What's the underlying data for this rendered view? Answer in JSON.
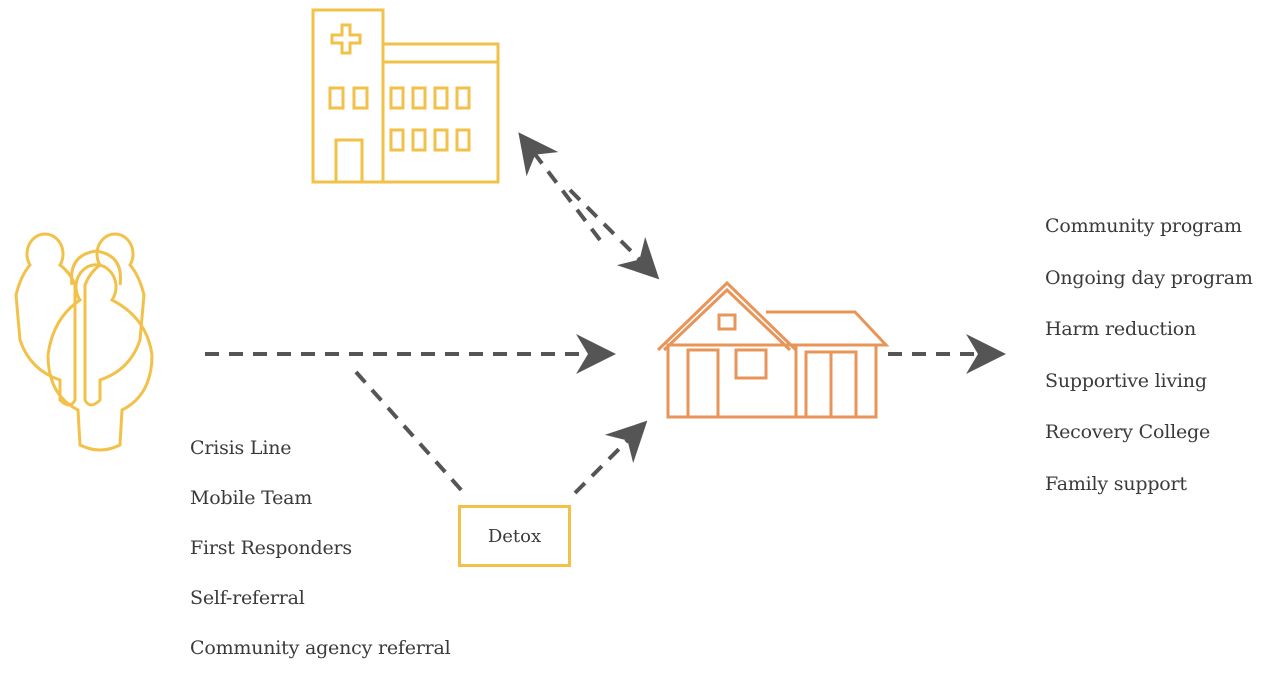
{
  "colors": {
    "hospital": "#f2c14a",
    "people": "#f2c14a",
    "house": "#e8955a",
    "arrow": "#555555",
    "text": "#3a3a3a"
  },
  "icons": {
    "hospital": "hospital-icon",
    "people": "people-group-icon",
    "house": "house-icon"
  },
  "entry_points": [
    "Crisis Line",
    "Mobile Team",
    "First Responders",
    "Self-referral",
    "Community agency referral"
  ],
  "detox": {
    "label": "Detox"
  },
  "services": [
    "Community program",
    "Ongoing day program",
    "Harm reduction",
    "Supportive living",
    "Recovery College",
    "Family support"
  ]
}
